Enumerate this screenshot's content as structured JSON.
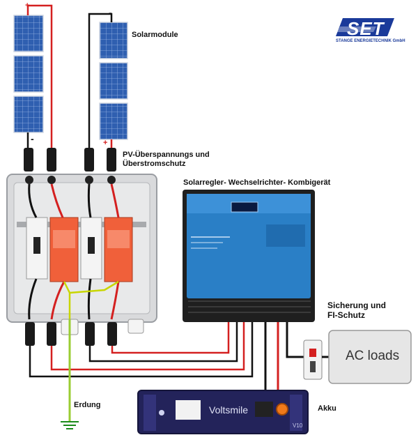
{
  "labels": {
    "solar_modules": "Solarmodule",
    "pv_protection_line1": "PV-Überspannungs und",
    "pv_protection_line2": "Überstromschutz",
    "inverter": "Solarregler- Wechselrichter- Kombigerät",
    "fuse_line1": "Sicherung und",
    "fuse_line2": "FI-Schutz",
    "ac_loads": "AC loads",
    "grounding": "Erdung",
    "battery": "Akku"
  },
  "logo": {
    "text": "SET",
    "subtitle": "STANGE ENERGIETECHNIK GmbH"
  },
  "battery_brand": "Voltsmile",
  "battery_model": "V10",
  "polarity": {
    "plus": "+",
    "minus": "-"
  },
  "colors": {
    "positive_wire": "#d42020",
    "negative_wire": "#111111",
    "ground_wire": "#9acd32",
    "inverter_blue": "#2a7fc6",
    "battery_navy": "#23235a",
    "spd_orange": "#f0603a"
  }
}
